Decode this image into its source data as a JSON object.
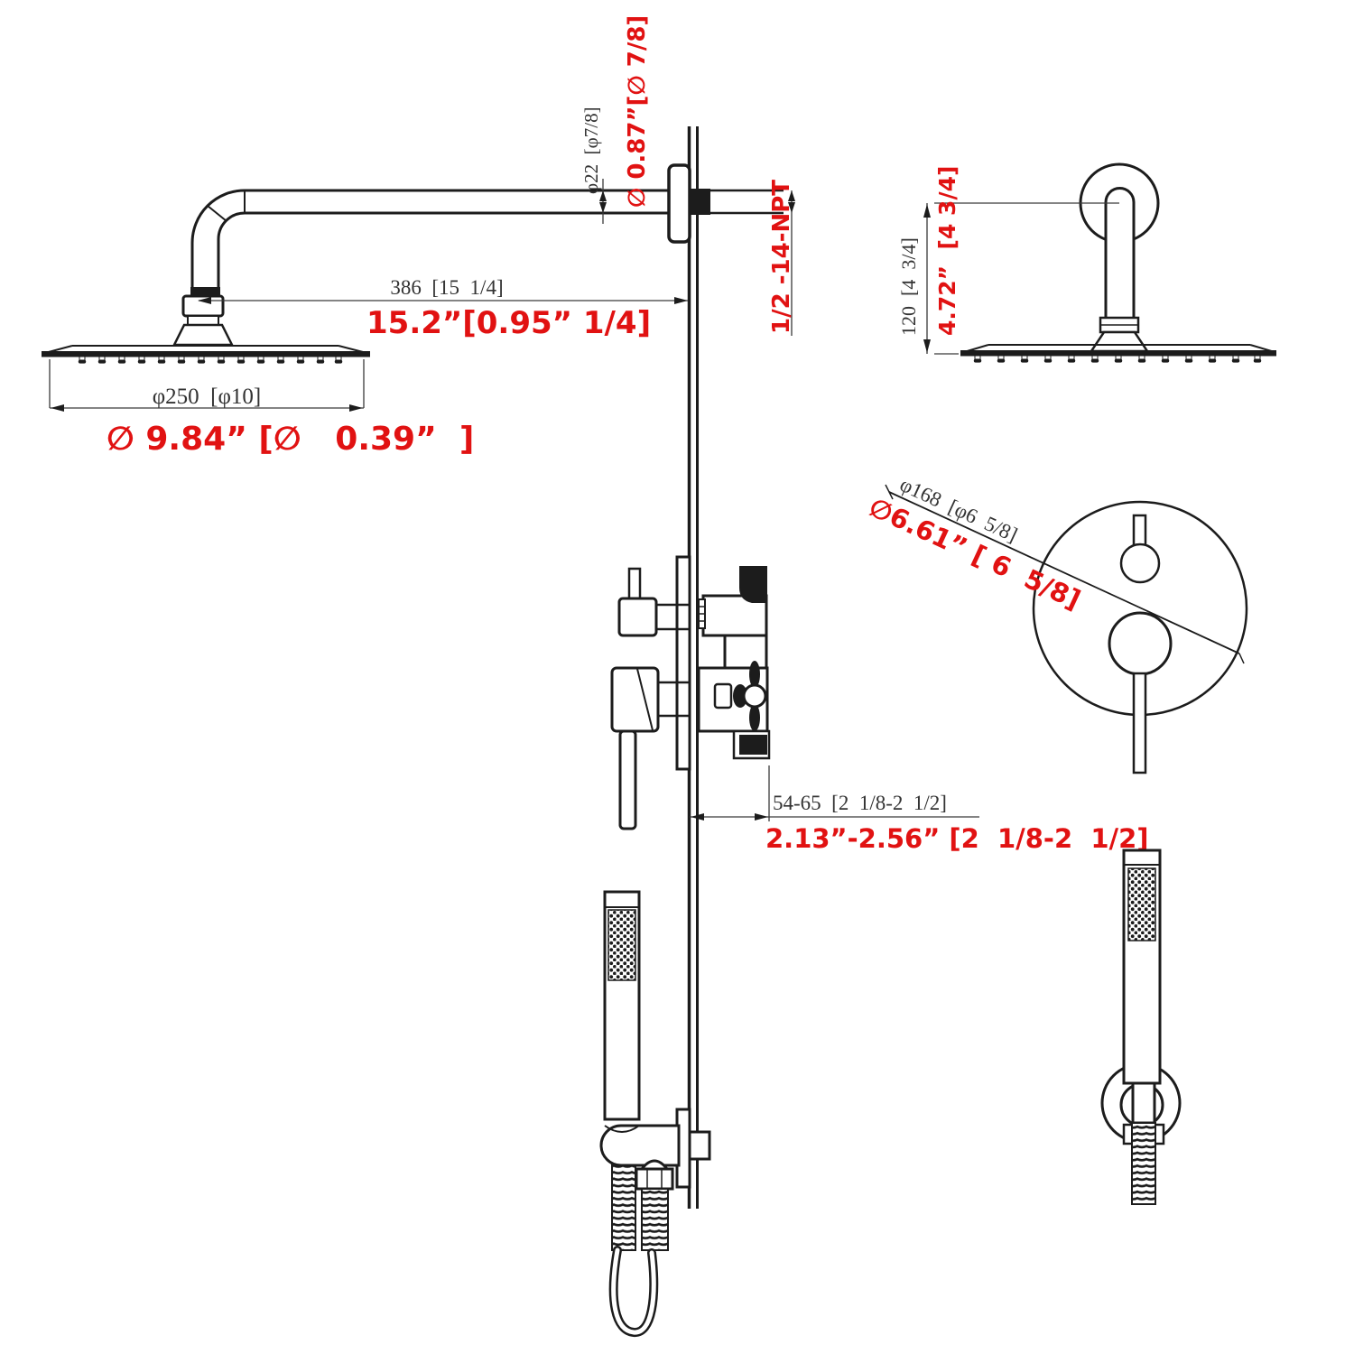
{
  "drawing_title": "wall-mounted rain shower system installation dimensions",
  "colors": {
    "line": "#1c1c1c",
    "metric_text": "#333333",
    "imperial_text": "#e11212"
  },
  "dimensions": {
    "arm_length": {
      "metric": "386  [15  1/4]",
      "imperial": "15.2”[0.95” 1/4]"
    },
    "head_diameter": {
      "metric": "φ250  [φ10]",
      "imperial": "∅ 9.84” [∅   0.39”  ]"
    },
    "arm_pipe_diameter": {
      "metric": "φ22  [φ7/8]",
      "imperial": "∅ 0.87”[∅ 7/8]"
    },
    "wall_thread": {
      "imperial": "1/2 -14-NPT"
    },
    "head_drop": {
      "metric": "120  [4  3/4]",
      "imperial": "4.72”  [4 3/4]"
    },
    "trim_plate_diameter": {
      "metric": "φ168  [φ6  5/8]",
      "imperial": "∅6.61” [ 6  5/8]"
    },
    "valve_depth": {
      "metric": "54-65  [2  1/8-2  1/2]",
      "imperial": "2.13”-2.56” [2  1/8-2  1/2]"
    }
  }
}
